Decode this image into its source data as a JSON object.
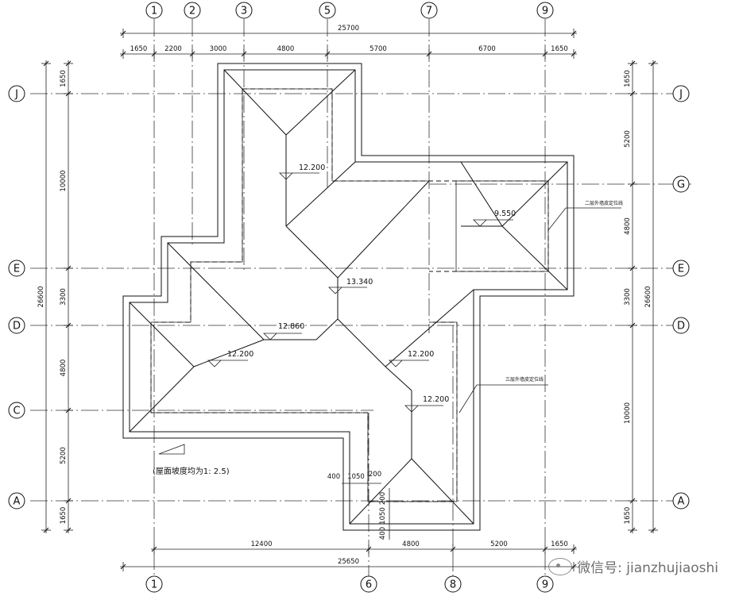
{
  "drawing": {
    "axes_top": [
      {
        "id": "top-1",
        "label": "1"
      },
      {
        "id": "top-2",
        "label": "2"
      },
      {
        "id": "top-3",
        "label": "3"
      },
      {
        "id": "top-5",
        "label": "5"
      },
      {
        "id": "top-7",
        "label": "7"
      },
      {
        "id": "top-9",
        "label": "9"
      }
    ],
    "axes_bottom": [
      {
        "id": "bottom-1",
        "label": "1"
      },
      {
        "id": "bottom-6",
        "label": "6"
      },
      {
        "id": "bottom-8",
        "label": "8"
      },
      {
        "id": "bottom-9",
        "label": "9"
      }
    ],
    "axes_left": [
      {
        "id": "left-j",
        "label": "J"
      },
      {
        "id": "left-e",
        "label": "E"
      },
      {
        "id": "left-d",
        "label": "D"
      },
      {
        "id": "left-c",
        "label": "C"
      },
      {
        "id": "left-a",
        "label": "A"
      }
    ],
    "axes_right": [
      {
        "id": "right-j",
        "label": "J"
      },
      {
        "id": "right-g",
        "label": "G"
      },
      {
        "id": "right-e",
        "label": "E"
      },
      {
        "id": "right-d",
        "label": "D"
      },
      {
        "id": "right-a",
        "label": "A"
      }
    ],
    "dims_top_total": "25700",
    "dims_top": [
      "1650",
      "2200",
      "3000",
      "4800",
      "5700",
      "6700",
      "1650"
    ],
    "dims_bottom": [
      "12400",
      "4800",
      "5200",
      "1650"
    ],
    "dims_bottom_total": "25650",
    "dims_left": [
      "1650",
      "10000",
      "3300",
      "4800",
      "5200",
      "1650"
    ],
    "dims_left_total": "26600",
    "dims_right": [
      "1650",
      "5200",
      "4800",
      "3300",
      "10000",
      "1650"
    ],
    "dims_right_total": "26600",
    "dims_detail": [
      "400",
      "1050",
      "200",
      "1050",
      "400",
      "200"
    ],
    "elevations": [
      "12.200",
      "9.550",
      "13.340",
      "12.860",
      "12.200",
      "12.200",
      "12.200"
    ],
    "notes": {
      "note_upper": "二层外墙皮定位线",
      "note_lower": "三层外墙皮定位线",
      "slope": "(屋面坡度均为1: 2.5)"
    },
    "watermark": "微信号: jianzhujiaoshi"
  }
}
